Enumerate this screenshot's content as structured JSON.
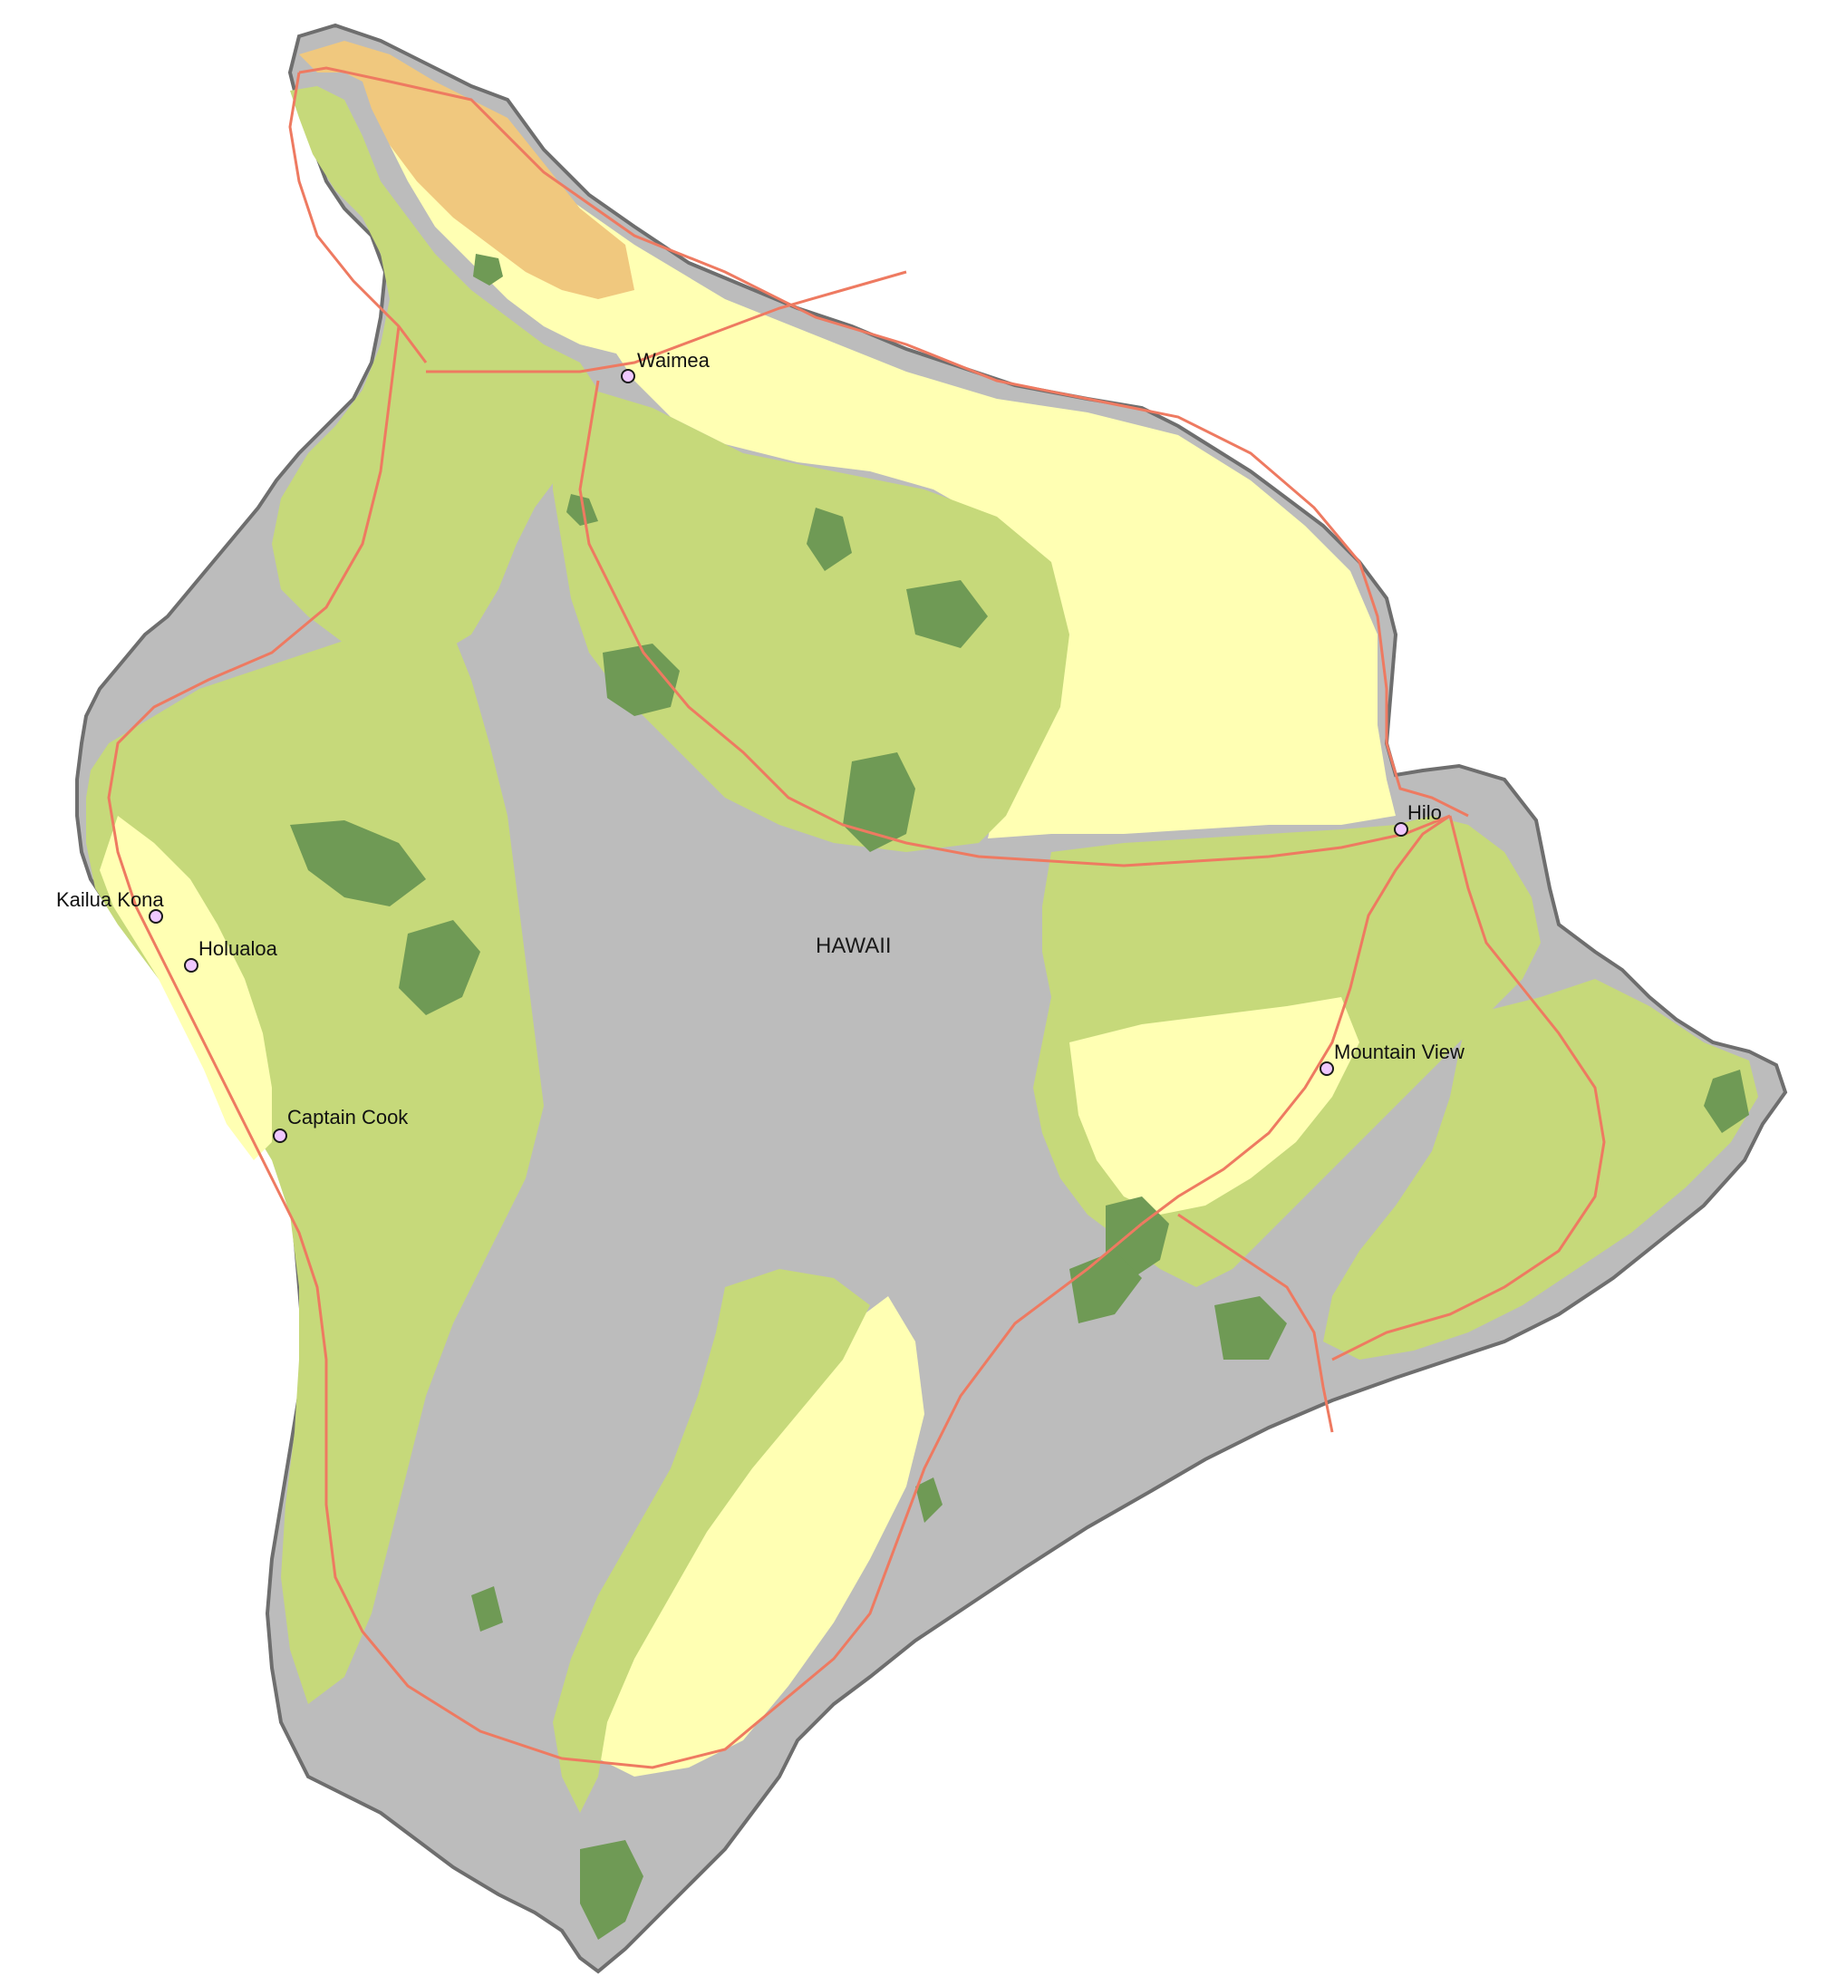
{
  "map": {
    "island_label": "HAWAII",
    "colors": {
      "background": "#ffffff",
      "coastline": "#6e6e6e",
      "land_gray": "#bcbcbc",
      "pale_yellow": "#ffffb3",
      "light_green": "#c6d97a",
      "dark_green": "#6f9a55",
      "tan": "#f0c87e",
      "road": "#ee7a61",
      "town_marker_fill": "#f0c8ff",
      "town_marker_stroke": "#1a1a1a"
    },
    "towns": [
      {
        "name": "Waimea",
        "icon": "town-circle-icon"
      },
      {
        "name": "Hilo",
        "icon": "town-circle-icon"
      },
      {
        "name": "Kailua Kona",
        "icon": "town-circle-icon"
      },
      {
        "name": "Holualoa",
        "icon": "town-circle-icon"
      },
      {
        "name": "Mountain View",
        "icon": "town-circle-icon"
      },
      {
        "name": "Captain Cook",
        "icon": "town-circle-icon"
      }
    ]
  }
}
